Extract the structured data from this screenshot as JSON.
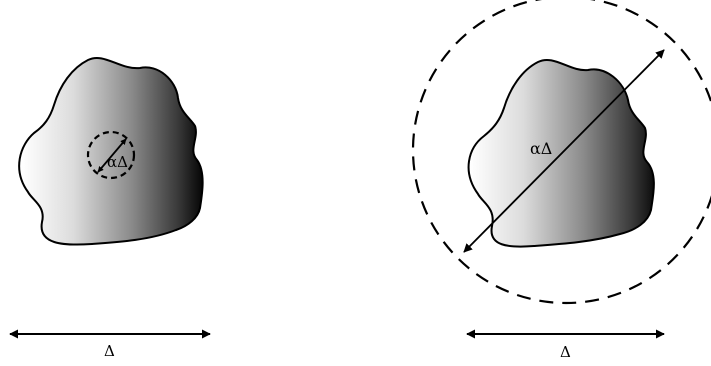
{
  "panels": [
    {
      "alpha_label": "αΔ",
      "delta_label": "Δ"
    },
    {
      "alpha_label": "αΔ",
      "delta_label": "Δ"
    }
  ],
  "colors": {
    "stroke": "#000000",
    "blob_light": "#ffffff",
    "blob_mid": "#8c8c8c",
    "blob_dark": "#000000"
  }
}
